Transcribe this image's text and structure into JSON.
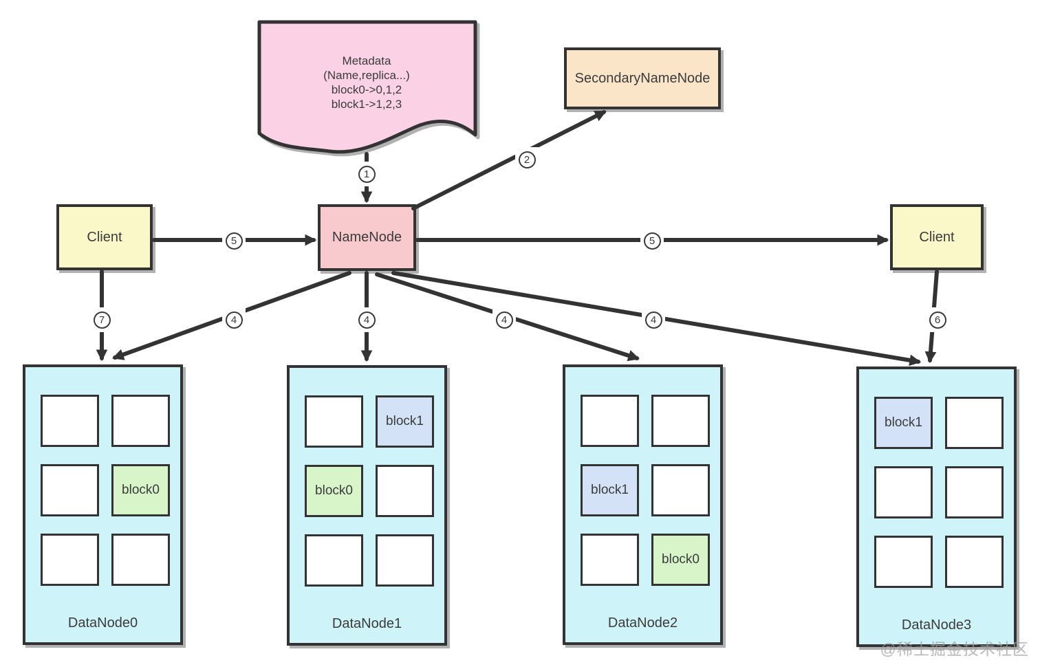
{
  "colors": {
    "line": "#333333",
    "text": "#3b3b3b",
    "metadata_fill": "#fad1e5",
    "namenode_fill": "#f8cacd",
    "secondary_fill": "#fbe5c9",
    "client_fill": "#faf7c8",
    "datanode_fill": "#cef3f8",
    "block0_fill": "#d8f4c9",
    "block1_fill": "#d3e2f7"
  },
  "metadata_note": {
    "lines": [
      "Metadata",
      "(Name,replica...)",
      "block0->0,1,2",
      "block1->1,2,3"
    ]
  },
  "nodes": {
    "secondary_namenode": "SecondaryNameNode",
    "namenode": "NameNode",
    "client_left": "Client",
    "client_right": "Client"
  },
  "connection_labels": {
    "metadata_to_namenode": "1",
    "namenode_to_secondary": "2",
    "client_left_to_namenode": "5",
    "namenode_to_client_right": "5",
    "client_left_to_datanode0": "7",
    "client_right_to_datanode3": "6",
    "namenode_to_datanode0": "4",
    "namenode_to_datanode1": "4",
    "namenode_to_datanode2": "4",
    "namenode_to_datanode3": "4"
  },
  "datanodes": [
    {
      "label": "DataNode0",
      "cells": [
        {
          "text": "",
          "type": "empty"
        },
        {
          "text": "",
          "type": "empty"
        },
        {
          "text": "",
          "type": "empty"
        },
        {
          "text": "block0",
          "type": "block0"
        },
        {
          "text": "",
          "type": "empty"
        },
        {
          "text": "",
          "type": "empty"
        }
      ]
    },
    {
      "label": "DataNode1",
      "cells": [
        {
          "text": "",
          "type": "empty"
        },
        {
          "text": "block1",
          "type": "block1"
        },
        {
          "text": "block0",
          "type": "block0"
        },
        {
          "text": "",
          "type": "empty"
        },
        {
          "text": "",
          "type": "empty"
        },
        {
          "text": "",
          "type": "empty"
        }
      ]
    },
    {
      "label": "DataNode2",
      "cells": [
        {
          "text": "",
          "type": "empty"
        },
        {
          "text": "",
          "type": "empty"
        },
        {
          "text": "block1",
          "type": "block1"
        },
        {
          "text": "",
          "type": "empty"
        },
        {
          "text": "",
          "type": "empty"
        },
        {
          "text": "block0",
          "type": "block0"
        }
      ]
    },
    {
      "label": "DataNode3",
      "cells": [
        {
          "text": "block1",
          "type": "block1"
        },
        {
          "text": "",
          "type": "empty"
        },
        {
          "text": "",
          "type": "empty"
        },
        {
          "text": "",
          "type": "empty"
        },
        {
          "text": "",
          "type": "empty"
        },
        {
          "text": "",
          "type": "empty"
        }
      ]
    }
  ],
  "watermark": "@稀土掘金技术社区"
}
